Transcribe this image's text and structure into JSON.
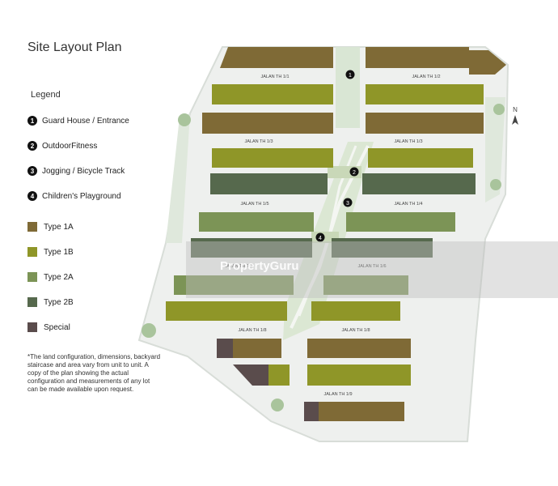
{
  "title": "Site Layout Plan",
  "legend": {
    "heading": "Legend",
    "facilities": [
      {
        "num": "1",
        "label": "Guard House / Entrance"
      },
      {
        "num": "2",
        "label": "OutdoorFitness"
      },
      {
        "num": "3",
        "label": "Jogging / Bicycle Track"
      },
      {
        "num": "4",
        "label": "Children's Playground"
      }
    ],
    "types": [
      {
        "label": "Type 1A",
        "color": "#7f6a36"
      },
      {
        "label": "Type 1B",
        "color": "#8f9628"
      },
      {
        "label": "Type 2A",
        "color": "#7c9456"
      },
      {
        "label": "Type 2B",
        "color": "#56694d"
      },
      {
        "label": "Special",
        "color": "#5a4c4c"
      }
    ]
  },
  "note": "*The land configuration, dimensions, backyard staircase and area vary from unit to unit. A copy of the plan showing the actual configuration and measurements of any lot can be made available upon request.",
  "roads": [
    "JALAN TH 1/1",
    "JALAN TH 1/2",
    "JALAN TH 1/3",
    "JALAN TH 1/3",
    "JALAN TH 1/5",
    "JALAN TH 1/4",
    "JALAN TH 1/7",
    "JALAN TH 1/6",
    "JALAN TH 1/8",
    "JALAN TH 1/8",
    "JALAN TH 1/9"
  ],
  "compass": "N",
  "watermark": "PropertyGuru"
}
